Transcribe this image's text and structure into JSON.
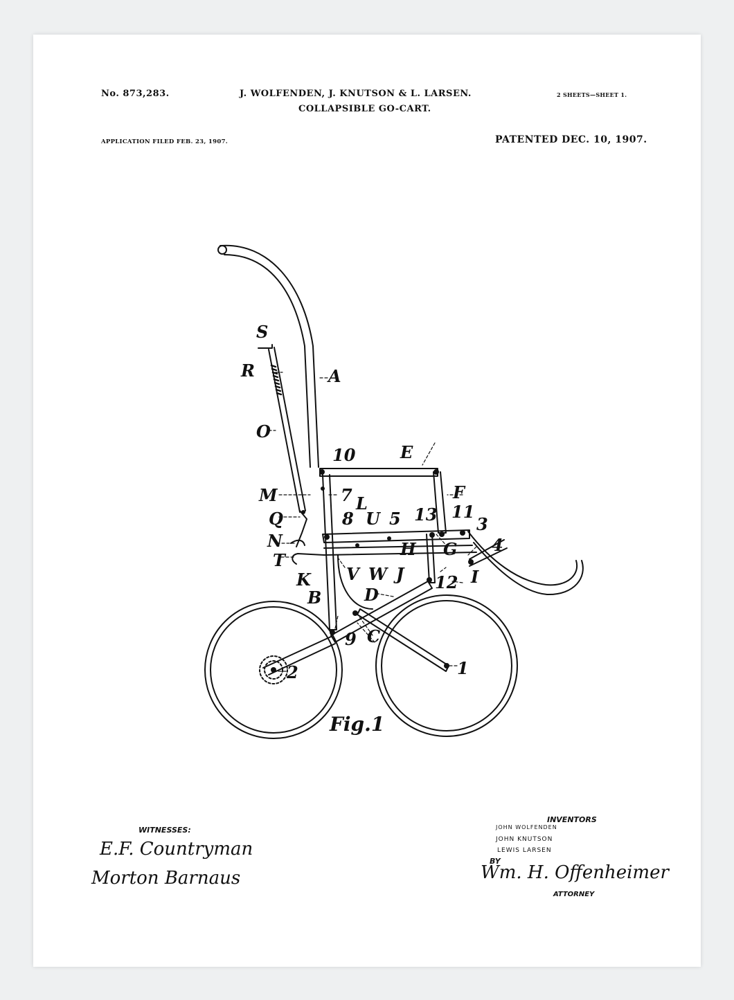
{
  "header": {
    "patent_number": "No. 873,283.",
    "inventors": "J. WOLFENDEN, J. KNUTSON & L. LARSEN.",
    "sheets": "2 SHEETS—SHEET 1.",
    "title": "COLLAPSIBLE GO-CART.",
    "application_filed": "APPLICATION FILED FEB. 23, 1907.",
    "patented": "PATENTED DEC. 10, 1907."
  },
  "figure": {
    "caption": "Fig.1",
    "labels": {
      "S": "S",
      "R": "R",
      "A": "A",
      "O": "O",
      "n10": "10",
      "E": "E",
      "M": "M",
      "n7": "7",
      "L": "L",
      "F": "F",
      "Q": "Q",
      "n8": "8",
      "U": "U",
      "n5": "5",
      "n13": "13",
      "n11": "11",
      "n3": "3",
      "N": "N",
      "H": "H",
      "G": "G",
      "n4": "4",
      "T": "T",
      "V": "V",
      "W": "W",
      "J": "J",
      "I": "I",
      "K": "K",
      "n12": "12",
      "B": "B",
      "D": "D",
      "n9": "9",
      "C": "C",
      "n2": "2",
      "n1": "1"
    }
  },
  "witnesses": {
    "label": "WITNESSES:",
    "signature_1": "E.F. Countryman",
    "signature_2": "Morton Barnaus"
  },
  "inventors_block": {
    "label": "INVENTORS",
    "names": [
      "JOHN WOLFENDEN",
      "JOHN KNUTSON",
      "LEWIS LARSEN"
    ],
    "by": "BY",
    "attorney_signature": "Wm. H. Offenheimer",
    "attorney_label": "ATTORNEY"
  }
}
